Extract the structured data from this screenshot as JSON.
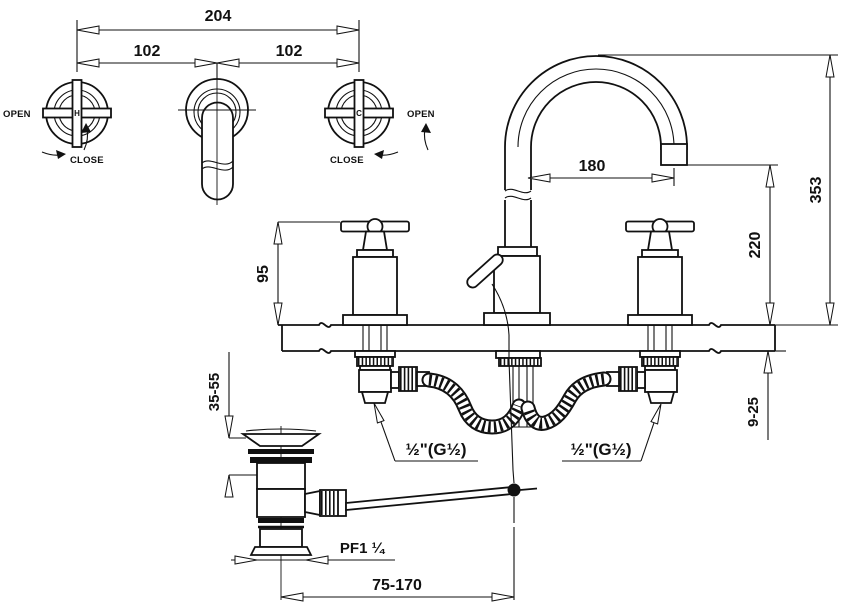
{
  "top_view": {
    "dim_total_width": "204",
    "dim_left_spacing": "102",
    "dim_right_spacing": "102",
    "left_handle": {
      "letter": "H",
      "open": "OPEN",
      "close": "CLOSE"
    },
    "right_handle": {
      "letter": "C",
      "open": "OPEN",
      "close": "CLOSE"
    }
  },
  "side_view": {
    "dim_handle_height": "95",
    "dim_spout_reach": "180",
    "dim_total_height": "353",
    "dim_spout_height": "220",
    "dim_deck_thickness": "9-25",
    "dim_drain_flange_range": "35-55",
    "dim_rod_adjust": "75-170",
    "drain_thread": "PF1 ¼",
    "supply_left": "½\"(G½)",
    "supply_right": "½\"(G½)"
  },
  "colors": {
    "line": "#111111",
    "background": "#ffffff"
  }
}
